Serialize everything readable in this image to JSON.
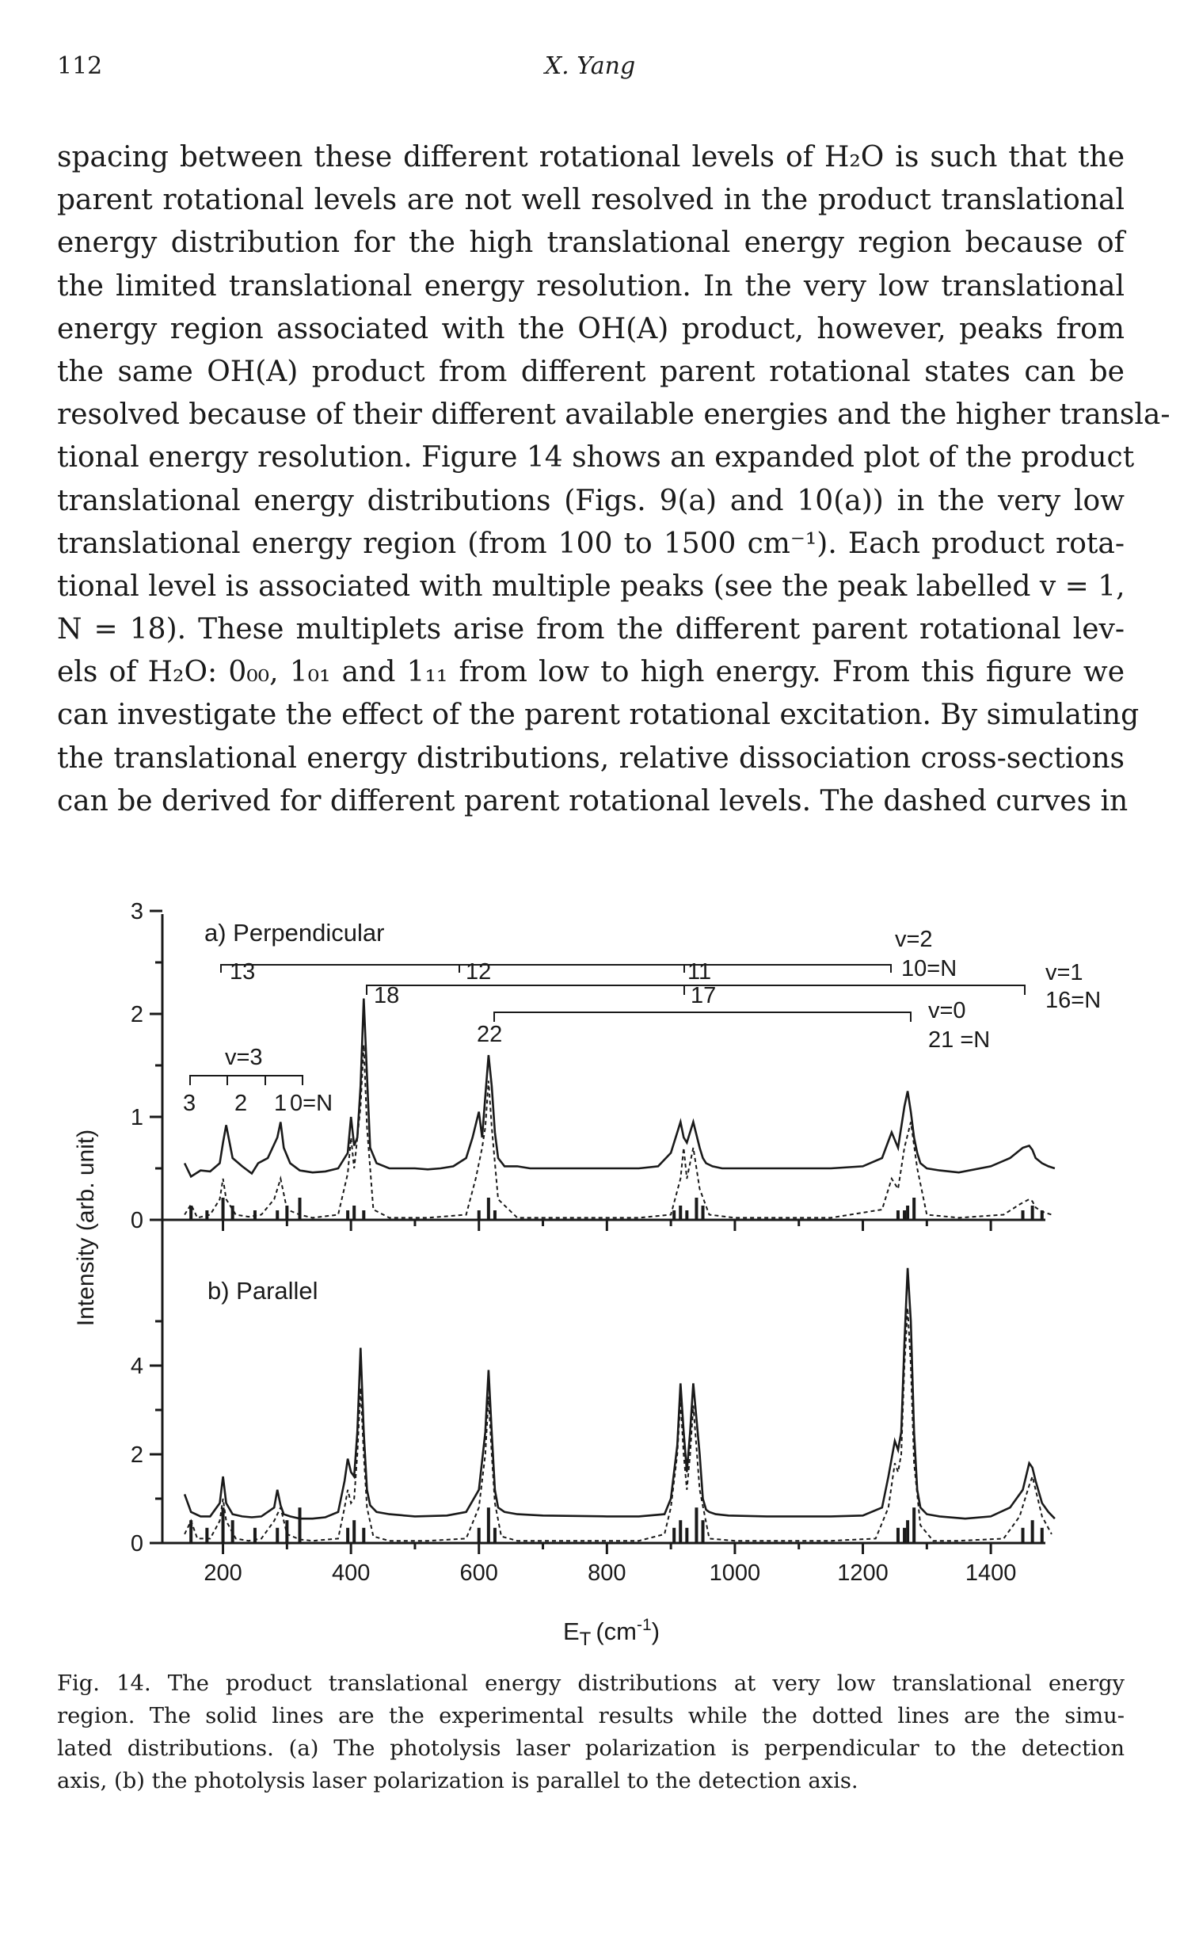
{
  "header": {
    "page_number": "112",
    "running_head": "X. Yang"
  },
  "body_lines": [
    "spacing between these different rotational levels of H₂O is such that the",
    "parent rotational levels are not well resolved in the product translational",
    "energy distribution for the high translational energy region because of",
    "the limited translational energy resolution. In the very low translational",
    "energy region associated with the OH(A) product, however, peaks from",
    "the same OH(A) product from different parent rotational states can be",
    "resolved because of their different available energies and the higher transla-",
    "tional energy resolution. Figure 14 shows an expanded plot of the product",
    "translational energy distributions (Figs. 9(a) and 10(a)) in the very low",
    "translational energy region (from 100 to 1500 cm⁻¹). Each product rota-",
    "tional level is associated with multiple peaks (see the peak labelled v = 1,",
    "N = 18). These multiplets arise from the different parent rotational lev-",
    "els of H₂O: 0₀₀, 1₀₁ and 1₁₁ from low to high energy. From this figure we",
    "can investigate the effect of the parent rotational excitation. By simulating",
    "the translational energy distributions, relative dissociation cross-sections",
    "can be derived for different parent rotational levels. The dashed curves in"
  ],
  "figure": {
    "ylabel": "Intensity (arb. unit)",
    "xlabel_main": "E",
    "xlabel_sub": "T",
    "xlabel_unit": "(cm",
    "xlabel_sup": "-1",
    "xlabel_close": ")",
    "x_ticks": [
      "200",
      "400",
      "600",
      "800",
      "1000",
      "1200",
      "1400"
    ],
    "panel_a": {
      "title": "a) Perpendicular",
      "y_ticks": [
        "0",
        "1",
        "2",
        "3"
      ],
      "labels": {
        "v2": "v=2",
        "n10": "10=N",
        "v1": "v=1",
        "n16": "16=N",
        "v0": "v=0",
        "n21": "21 =N",
        "v3": "v=3",
        "seq_3": "3",
        "seq_2": "2",
        "seq_1": "1",
        "seq_0": "0=N",
        "b13": "13",
        "b12": "12",
        "b11": "11",
        "b18": "18",
        "b17": "17",
        "b22": "22"
      }
    },
    "panel_b": {
      "title": "b) Parallel",
      "y_ticks": [
        "0",
        "2",
        "4"
      ]
    }
  },
  "chart_data": [
    {
      "type": "line",
      "title": "a) Perpendicular",
      "xlabel": "ET (cm-1)",
      "ylabel": "Intensity (arb. unit)",
      "xlim": [
        130,
        1510
      ],
      "ylim": [
        0,
        3
      ],
      "series": [
        {
          "style": "solid",
          "x": [
            140,
            150,
            165,
            180,
            195,
            200,
            205,
            215,
            230,
            245,
            255,
            270,
            285,
            290,
            295,
            305,
            320,
            340,
            360,
            380,
            395,
            400,
            405,
            410,
            415,
            420,
            425,
            430,
            440,
            460,
            480,
            500,
            520,
            540,
            560,
            580,
            590,
            600,
            605,
            610,
            615,
            620,
            625,
            630,
            640,
            660,
            680,
            700,
            750,
            800,
            850,
            880,
            900,
            915,
            920,
            925,
            935,
            945,
            950,
            955,
            965,
            980,
            1000,
            1050,
            1100,
            1150,
            1200,
            1230,
            1245,
            1255,
            1260,
            1265,
            1270,
            1275,
            1280,
            1285,
            1290,
            1300,
            1320,
            1350,
            1400,
            1430,
            1450,
            1460,
            1465,
            1470,
            1480,
            1490,
            1500
          ],
          "values": [
            0.55,
            0.42,
            0.48,
            0.47,
            0.55,
            0.75,
            0.92,
            0.6,
            0.52,
            0.45,
            0.55,
            0.6,
            0.8,
            0.95,
            0.7,
            0.55,
            0.48,
            0.46,
            0.47,
            0.5,
            0.65,
            1.0,
            0.72,
            0.8,
            1.3,
            2.15,
            1.4,
            0.7,
            0.55,
            0.5,
            0.5,
            0.5,
            0.49,
            0.5,
            0.52,
            0.6,
            0.8,
            1.05,
            0.8,
            1.2,
            1.6,
            1.3,
            0.85,
            0.6,
            0.52,
            0.52,
            0.5,
            0.5,
            0.5,
            0.5,
            0.5,
            0.52,
            0.65,
            0.95,
            0.8,
            0.75,
            0.95,
            0.7,
            0.6,
            0.55,
            0.52,
            0.5,
            0.5,
            0.5,
            0.5,
            0.5,
            0.52,
            0.6,
            0.85,
            0.7,
            0.9,
            1.1,
            1.25,
            1.05,
            0.8,
            0.65,
            0.55,
            0.5,
            0.48,
            0.46,
            0.52,
            0.6,
            0.7,
            0.72,
            0.68,
            0.6,
            0.55,
            0.52,
            0.5
          ]
        },
        {
          "style": "dashed",
          "x": [
            140,
            150,
            160,
            180,
            195,
            200,
            205,
            220,
            240,
            260,
            280,
            290,
            300,
            320,
            340,
            380,
            395,
            400,
            405,
            415,
            420,
            425,
            435,
            460,
            520,
            580,
            595,
            605,
            610,
            615,
            620,
            630,
            660,
            750,
            850,
            900,
            915,
            920,
            925,
            935,
            945,
            960,
            1000,
            1150,
            1230,
            1245,
            1255,
            1265,
            1275,
            1285,
            1300,
            1350,
            1420,
            1445,
            1460,
            1465,
            1470,
            1480,
            1495
          ],
          "values": [
            0.05,
            0.15,
            0.02,
            0.05,
            0.2,
            0.4,
            0.2,
            0.05,
            0.03,
            0.05,
            0.2,
            0.4,
            0.1,
            0.05,
            0.02,
            0.05,
            0.45,
            0.8,
            0.5,
            1.1,
            1.7,
            0.9,
            0.1,
            0.02,
            0.02,
            0.05,
            0.4,
            0.7,
            0.9,
            1.35,
            0.9,
            0.2,
            0.02,
            0.02,
            0.02,
            0.05,
            0.4,
            0.7,
            0.4,
            0.7,
            0.3,
            0.05,
            0.02,
            0.02,
            0.1,
            0.4,
            0.3,
            0.7,
            0.95,
            0.5,
            0.05,
            0.02,
            0.05,
            0.15,
            0.2,
            0.18,
            0.12,
            0.08,
            0.05
          ]
        }
      ]
    },
    {
      "type": "line",
      "title": "b) Parallel",
      "xlabel": "ET (cm-1)",
      "ylabel": "Intensity (arb. unit)",
      "xlim": [
        130,
        1510
      ],
      "ylim": [
        0,
        6.2
      ],
      "series": [
        {
          "style": "solid",
          "x": [
            140,
            150,
            165,
            180,
            195,
            200,
            205,
            215,
            230,
            245,
            260,
            280,
            285,
            290,
            295,
            305,
            320,
            340,
            360,
            380,
            390,
            395,
            400,
            405,
            410,
            415,
            420,
            425,
            430,
            440,
            460,
            500,
            550,
            580,
            600,
            610,
            615,
            620,
            625,
            630,
            640,
            660,
            700,
            800,
            850,
            890,
            900,
            910,
            915,
            920,
            925,
            930,
            935,
            945,
            950,
            955,
            960,
            970,
            990,
            1050,
            1150,
            1200,
            1230,
            1240,
            1250,
            1255,
            1260,
            1265,
            1270,
            1275,
            1280,
            1285,
            1290,
            1300,
            1320,
            1360,
            1400,
            1430,
            1450,
            1460,
            1465,
            1470,
            1480,
            1490,
            1500
          ],
          "values": [
            1.1,
            0.7,
            0.6,
            0.6,
            0.9,
            1.5,
            0.9,
            0.65,
            0.6,
            0.58,
            0.6,
            0.8,
            1.2,
            0.85,
            0.65,
            0.6,
            0.55,
            0.55,
            0.58,
            0.7,
            1.4,
            1.9,
            1.6,
            1.5,
            2.5,
            4.4,
            2.5,
            1.2,
            0.85,
            0.7,
            0.65,
            0.6,
            0.62,
            0.7,
            1.2,
            2.5,
            3.9,
            2.5,
            1.2,
            0.8,
            0.7,
            0.65,
            0.62,
            0.6,
            0.6,
            0.65,
            1.0,
            2.2,
            3.6,
            2.5,
            1.6,
            2.5,
            3.6,
            2.0,
            1.0,
            0.75,
            0.7,
            0.65,
            0.62,
            0.6,
            0.6,
            0.62,
            0.8,
            1.5,
            2.3,
            2.1,
            2.5,
            4.5,
            6.2,
            5.0,
            2.5,
            1.2,
            0.8,
            0.65,
            0.6,
            0.55,
            0.6,
            0.8,
            1.2,
            1.8,
            1.7,
            1.4,
            0.9,
            0.7,
            0.55
          ]
        },
        {
          "style": "dashed",
          "x": [
            140,
            150,
            160,
            180,
            195,
            200,
            205,
            220,
            240,
            260,
            280,
            290,
            300,
            320,
            340,
            380,
            390,
            395,
            400,
            405,
            410,
            415,
            420,
            425,
            435,
            460,
            520,
            580,
            600,
            610,
            615,
            620,
            625,
            635,
            660,
            750,
            850,
            890,
            900,
            910,
            915,
            920,
            925,
            930,
            935,
            945,
            960,
            1000,
            1150,
            1220,
            1240,
            1250,
            1255,
            1260,
            1265,
            1270,
            1275,
            1280,
            1290,
            1310,
            1350,
            1420,
            1445,
            1460,
            1465,
            1470,
            1480,
            1495
          ],
          "values": [
            0.2,
            0.5,
            0.1,
            0.1,
            0.5,
            1.0,
            0.5,
            0.1,
            0.05,
            0.1,
            0.5,
            0.8,
            0.2,
            0.08,
            0.05,
            0.1,
            0.8,
            1.2,
            0.9,
            1.0,
            2.0,
            3.5,
            2.0,
            0.8,
            0.15,
            0.05,
            0.05,
            0.1,
            0.8,
            2.0,
            3.3,
            2.0,
            0.9,
            0.15,
            0.05,
            0.05,
            0.05,
            0.2,
            0.8,
            2.0,
            3.2,
            2.0,
            1.2,
            2.0,
            3.1,
            1.2,
            0.1,
            0.05,
            0.05,
            0.1,
            0.8,
            1.8,
            1.6,
            2.0,
            4.0,
            5.3,
            4.0,
            1.8,
            0.4,
            0.05,
            0.05,
            0.1,
            0.6,
            1.3,
            1.5,
            1.2,
            0.6,
            0.2
          ]
        }
      ]
    }
  ],
  "caption_lines": [
    "Fig. 14.    The product translational energy distributions at very low translational energy",
    "region. The solid lines are the experimental results while the dotted lines are the simu-",
    "lated distributions. (a) The photolysis laser polarization is perpendicular to the detection",
    "axis, (b) the photolysis laser polarization is parallel to the detection axis."
  ]
}
